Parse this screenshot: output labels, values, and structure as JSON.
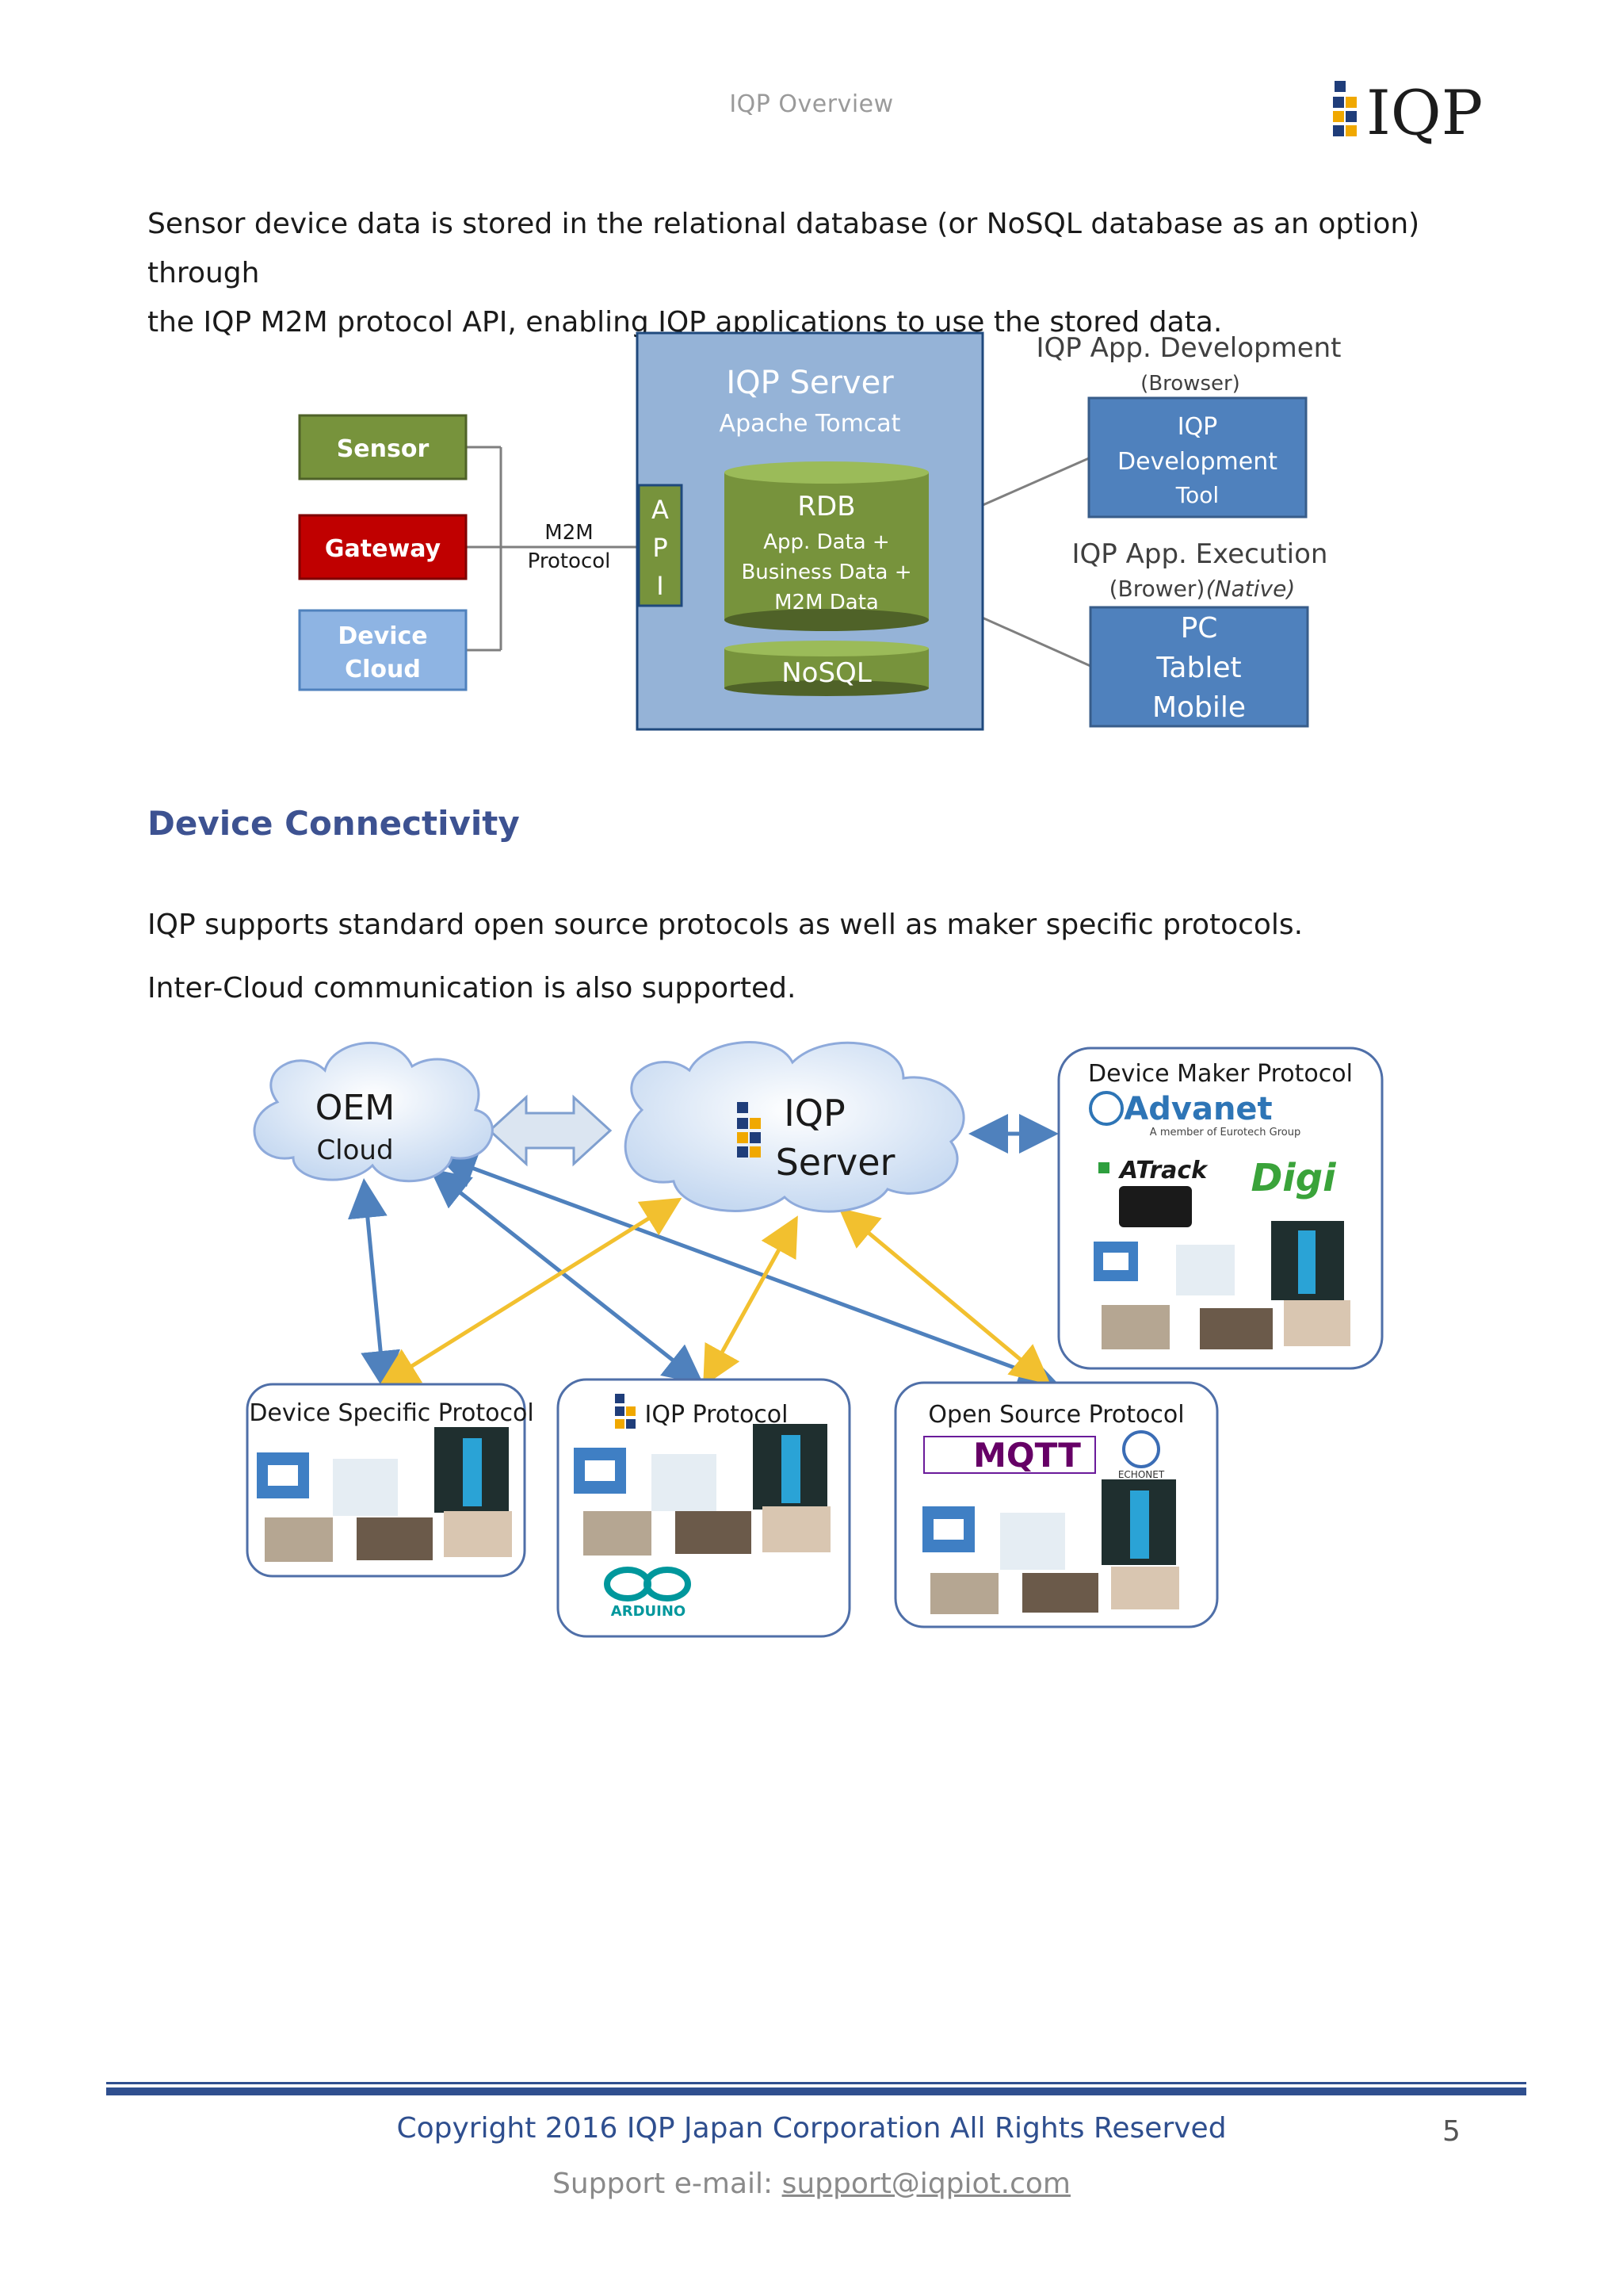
{
  "header": {
    "title": "IQP Overview",
    "logo_text": "IQP"
  },
  "intro": {
    "line1": "Sensor device data is stored in the relational database (or NoSQL database as an option) through",
    "line2": "the IQP M2M protocol API, enabling IQP applications to use the stored data."
  },
  "architecture": {
    "sensor": "Sensor",
    "gateway": "Gateway",
    "device_cloud_1": "Device",
    "device_cloud_2": "Cloud",
    "m2m_1": "M2M",
    "m2m_2": "Protocol",
    "server_title": "IQP Server",
    "server_sub": "Apache Tomcat",
    "api_a": "A",
    "api_p": "P",
    "api_i": "I",
    "rdb_title": "RDB",
    "rdb_l1": "App. Data +",
    "rdb_l2": "Business Data +",
    "rdb_l3": "M2M Data",
    "nosql": "NoSQL",
    "dev_title": "IQP App. Development",
    "dev_sub": "(Browser)",
    "dev_tool_1": "IQP",
    "dev_tool_2": "Development",
    "dev_tool_3": "Tool",
    "exec_title": "IQP App. Execution",
    "exec_sub_1": "(Brower)",
    "exec_sub_2": "(Native)",
    "exec_1": "PC",
    "exec_2": "Tablet",
    "exec_3": "Mobile"
  },
  "connectivity": {
    "heading": "Device Connectivity",
    "text1": "IQP supports standard open source protocols as well as maker specific protocols.",
    "text2": "Inter-Cloud communication is also supported."
  },
  "diagram2": {
    "oem_1": "OEM",
    "oem_2": "Cloud",
    "iqp_1": "IQP",
    "iqp_2": "Server",
    "maker_title": "Device Maker Protocol",
    "advanet": "Advanet",
    "advanet_sub": "A member of Eurotech Group",
    "atrack": "ATrack",
    "digi": "Digi",
    "specific_title": "Device Specific Protocol",
    "iqp_protocol_title": "IQP Protocol",
    "arduino": "ARDUINO",
    "open_title": "Open Source Protocol",
    "mqtt": "MQTT",
    "echonet": "ECHONET"
  },
  "footer": {
    "copyright": "Copyright 2016 IQP Japan Corporation All Rights Reserved",
    "page": "5",
    "support_label": "Support e-mail:",
    "support_email": "support@iqpiot.com"
  },
  "colors": {
    "green": "#77933c",
    "red": "#c00000",
    "blue_box": "#4f81bd",
    "server_bg": "#95b3d7",
    "heading": "#3d5291",
    "arrow_blue": "#4f81bd",
    "arrow_yellow": "#f2c02f"
  }
}
